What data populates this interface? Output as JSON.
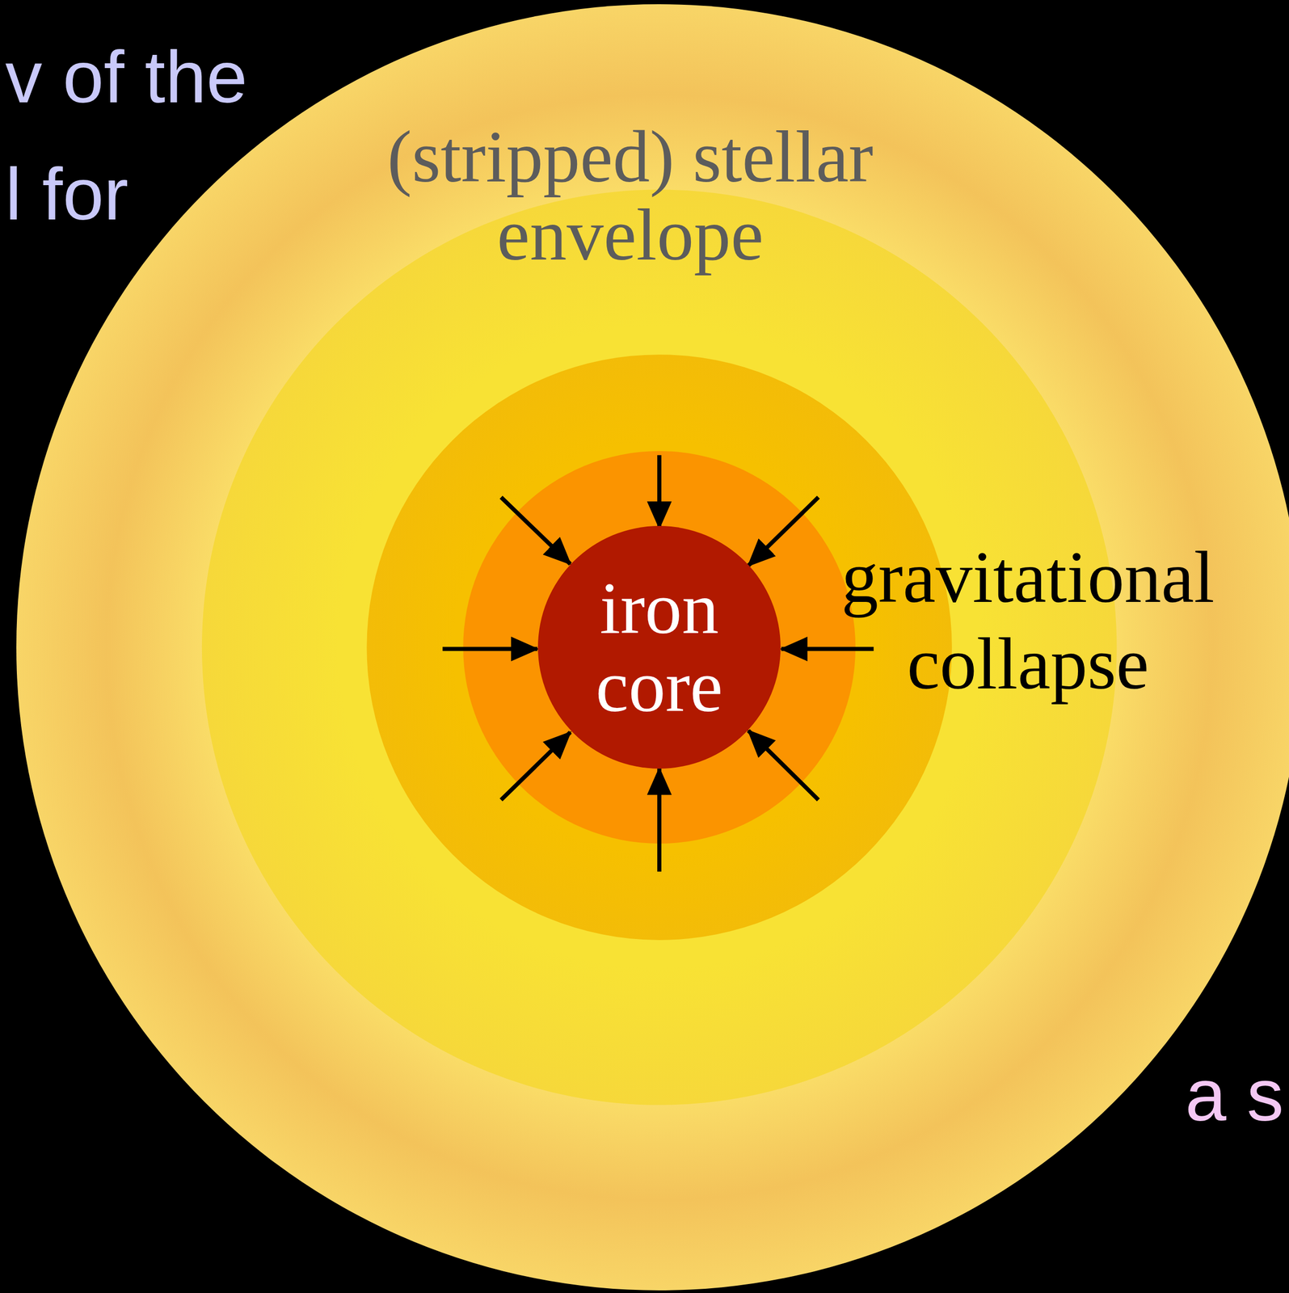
{
  "diagram": {
    "nodes": [
      {
        "text": [
          "(stripped) stellar envelope"
        ]
      },
      {
        "text": [
          "iron core"
        ],
        "in": 0
      }
    ],
    "labels": [
      "v of the",
      "l for",
      "gravitational collapse",
      "a s"
    ]
  }
}
